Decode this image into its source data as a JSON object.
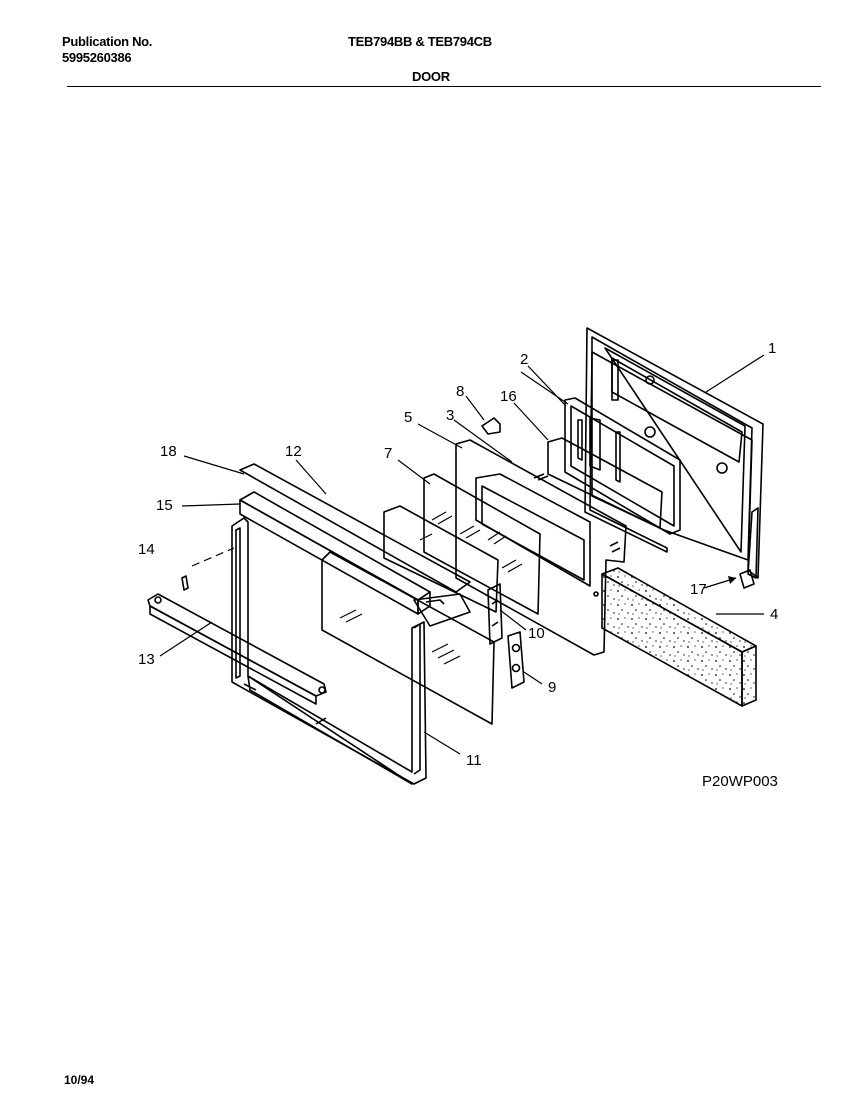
{
  "header": {
    "publication_label": "Publication No.",
    "publication_number": "5995260386",
    "models": "TEB794BB & TEB794CB",
    "section": "DOOR"
  },
  "diagram": {
    "code": "P20WP003",
    "callouts": [
      "1",
      "2",
      "3",
      "4",
      "5",
      "7",
      "8",
      "9",
      "10",
      "11",
      "12",
      "13",
      "14",
      "15",
      "16",
      "17",
      "18"
    ]
  },
  "footer": {
    "date": "10/94"
  }
}
